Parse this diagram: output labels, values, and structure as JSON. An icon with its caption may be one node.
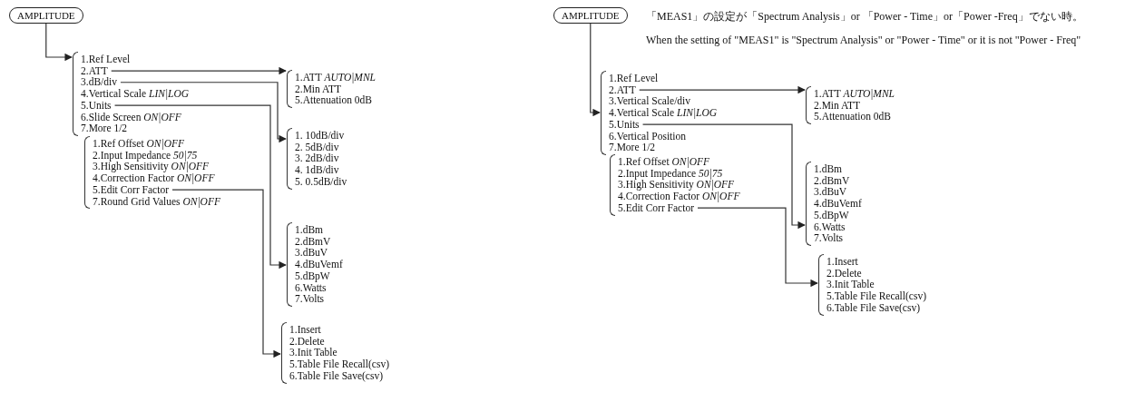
{
  "diagram": {
    "nodes": [
      {
        "text": [
          "AMPLITUDE"
        ]
      },
      {
        "text": [],
        "shape": "bracket"
      },
      {
        "text": [
          "1.Ref Level"
        ],
        "in": 1
      },
      {
        "text": [
          "2.ATT"
        ],
        "in": 1
      },
      {
        "text": [
          "3.dB/div"
        ],
        "in": 1
      },
      {
        "text": [
          "4.Vertical Scale *LIN|LOG*"
        ],
        "in": 1
      },
      {
        "text": [
          "5.Units"
        ],
        "in": 1
      },
      {
        "text": [
          "6.Slide Screen *ON|OFF*"
        ],
        "in": 1
      },
      {
        "text": [
          "7.More 1/2"
        ],
        "in": 1
      },
      {
        "text": [],
        "shape": "bracket"
      },
      {
        "text": [
          "1.Ref Offset *ON|OFF*"
        ],
        "in": 9
      },
      {
        "text": [
          "2.Input Impedance *50|75*"
        ],
        "in": 9
      },
      {
        "text": [
          "3.High Sensitivity *ON|OFF*"
        ],
        "in": 9
      },
      {
        "text": [
          "4.Correction Factor *ON|OFF*"
        ],
        "in": 9
      },
      {
        "text": [
          "5.Edit Corr Factor"
        ],
        "in": 9
      },
      {
        "text": [
          "7.Round Grid Values *ON|OFF*"
        ],
        "in": 9
      },
      {
        "text": [],
        "shape": "bracket"
      },
      {
        "text": [
          "1.ATT *AUTO|MNL*"
        ],
        "in": 16
      },
      {
        "text": [
          "2.Min ATT"
        ],
        "in": 16
      },
      {
        "text": [
          "5.Attenuation 0dB"
        ],
        "in": 16
      },
      {
        "text": [],
        "shape": "bracket"
      },
      {
        "text": [
          "1. 10dB/div"
        ],
        "in": 20
      },
      {
        "text": [
          "2. 5dB/div"
        ],
        "in": 20
      },
      {
        "text": [
          "3. 2dB/div"
        ],
        "in": 20
      },
      {
        "text": [
          "4. 1dB/div"
        ],
        "in": 20
      },
      {
        "text": [
          "5. 0.5dB/div"
        ],
        "in": 20
      },
      {
        "text": [],
        "shape": "bracket"
      },
      {
        "text": [
          "1.dBm"
        ],
        "in": 26
      },
      {
        "text": [
          "2.dBmV"
        ],
        "in": 26
      },
      {
        "text": [
          "3.dBuV"
        ],
        "in": 26
      },
      {
        "text": [
          "4.dBuVemf"
        ],
        "in": 26
      },
      {
        "text": [
          "5.dBpW"
        ],
        "in": 26
      },
      {
        "text": [
          "6.Watts"
        ],
        "in": 26
      },
      {
        "text": [
          "7.Volts"
        ],
        "in": 26
      },
      {
        "text": [],
        "shape": "bracket"
      },
      {
        "text": [
          "1.Insert"
        ],
        "in": 34
      },
      {
        "text": [
          "2.Delete"
        ],
        "in": 34
      },
      {
        "text": [
          "3.Init Table"
        ],
        "in": 34
      },
      {
        "text": [
          "5.Table File Recall(csv)"
        ],
        "in": 34
      },
      {
        "text": [
          "6.Table File Save(csv)"
        ],
        "in": 34
      },
      {
        "text": [
          "AMPLITUDE"
        ]
      },
      {
        "text": [],
        "shape": "bracket"
      },
      {
        "text": [
          "1.Ref Level"
        ],
        "in": 41
      },
      {
        "text": [
          "2.ATT"
        ],
        "in": 41
      },
      {
        "text": [
          "3.Vertical Scale/div"
        ],
        "in": 41
      },
      {
        "text": [
          "4.Vertical Scale *LIN|LOG*"
        ],
        "in": 41
      },
      {
        "text": [
          "5.Units"
        ],
        "in": 41
      },
      {
        "text": [
          "6.Vertical Position"
        ],
        "in": 41
      },
      {
        "text": [
          "7.More 1/2"
        ],
        "in": 41
      },
      {
        "text": [],
        "shape": "bracket"
      },
      {
        "text": [
          "1.Ref Offset *ON|OFF*"
        ],
        "in": 49
      },
      {
        "text": [
          "2.Input Impedance *50|75*"
        ],
        "in": 49
      },
      {
        "text": [
          "3.High Sensitivity *ON|OFF*"
        ],
        "in": 49
      },
      {
        "text": [
          "4.Correction Factor *ON|OFF*"
        ],
        "in": 49
      },
      {
        "text": [
          "5.Edit Corr Factor"
        ],
        "in": 49
      },
      {
        "text": [],
        "shape": "bracket"
      },
      {
        "text": [
          "1.ATT *AUTO|MNL*"
        ],
        "in": 55
      },
      {
        "text": [
          "2.Min ATT"
        ],
        "in": 55
      },
      {
        "text": [
          "5.Attenuation 0dB"
        ],
        "in": 55
      },
      {
        "text": [],
        "shape": "bracket"
      },
      {
        "text": [
          "1.dBm"
        ],
        "in": 59
      },
      {
        "text": [
          "2.dBmV"
        ],
        "in": 59
      },
      {
        "text": [
          "3.dBuV"
        ],
        "in": 59
      },
      {
        "text": [
          "4.dBuVemf"
        ],
        "in": 59
      },
      {
        "text": [
          "5.dBpW"
        ],
        "in": 59
      },
      {
        "text": [
          "6.Watts"
        ],
        "in": 59
      },
      {
        "text": [
          "7.Volts"
        ],
        "in": 59
      },
      {
        "text": [],
        "shape": "bracket"
      },
      {
        "text": [
          "1.Insert"
        ],
        "in": 67
      },
      {
        "text": [
          "2.Delete"
        ],
        "in": 67
      },
      {
        "text": [
          "3.Init Table"
        ],
        "in": 67
      },
      {
        "text": [
          "5.Table File Recall(csv)"
        ],
        "in": 67
      },
      {
        "text": [
          "6.Table File Save(csv)"
        ],
        "in": 67
      }
    ],
    "edges": [
      {
        "from": 0,
        "to": 1,
        "arrow": "to"
      },
      {
        "from": 3,
        "to": 16,
        "arrow": "to"
      },
      {
        "from": 4,
        "to": 20,
        "arrow": "to"
      },
      {
        "from": 6,
        "to": 26,
        "arrow": "to"
      },
      {
        "from": 14,
        "to": 34,
        "arrow": "to"
      },
      {
        "from": 40,
        "to": 41,
        "arrow": "to"
      },
      {
        "from": 43,
        "to": 55,
        "arrow": "to"
      },
      {
        "from": 46,
        "to": 59,
        "arrow": "to"
      },
      {
        "from": 54,
        "to": 67,
        "arrow": "to"
      }
    ],
    "labels": [
      "「MEAS1」の設定が「Spectrum Analysis」or 「Power - Time」or「Power -Freq」でない時。",
      "When the setting of \"MEAS1\" is \"Spectrum Analysis\" or \"Power - Time\" or it is not \"Power - Freq\""
    ]
  }
}
